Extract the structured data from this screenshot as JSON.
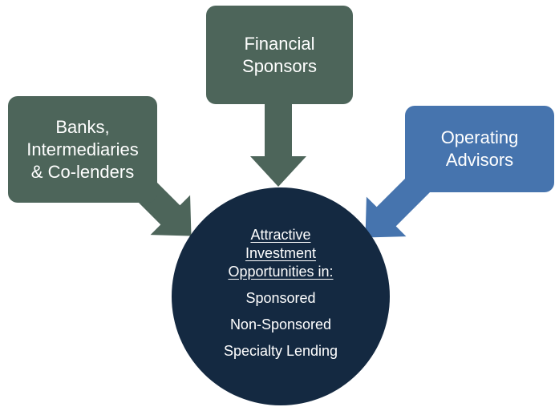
{
  "colors": {
    "green": "#4d655a",
    "blue": "#4674ae",
    "navy": "#142941",
    "text": "#ffffff",
    "background": "#ffffff"
  },
  "boxes": {
    "financial_sponsors": {
      "label": "Financial Sponsors",
      "lines": [
        "Financial",
        "Sponsors"
      ]
    },
    "banks_intermediaries": {
      "label": "Banks, Intermediaries & Co-lenders",
      "lines": [
        "Banks,",
        "Intermediaries",
        "& Co-lenders"
      ]
    },
    "operating_advisors": {
      "label": "Operating Advisors",
      "lines": [
        "Operating",
        "Advisors"
      ]
    }
  },
  "circle": {
    "heading": "Attractive Investment Opportunities in:",
    "heading_lines": [
      "Attractive",
      "Investment",
      "Opportunities in:"
    ],
    "items": [
      "Sponsored",
      "Non-Sponsored",
      "Specialty Lending"
    ]
  }
}
